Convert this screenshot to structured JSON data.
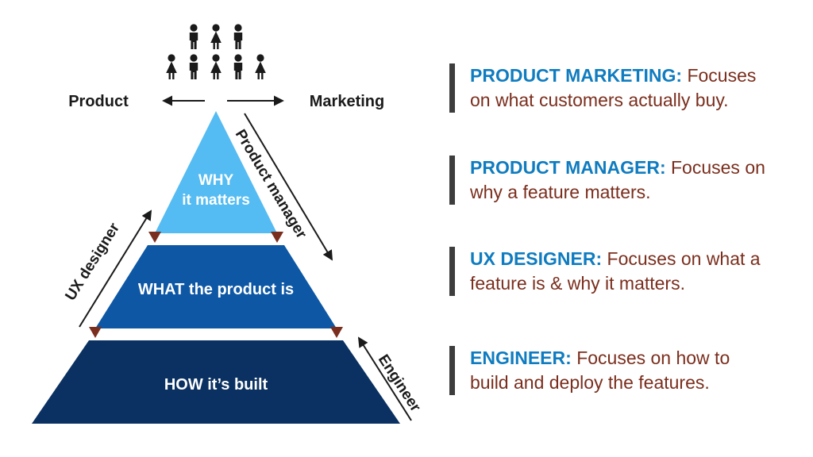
{
  "axis": {
    "left_label": "Product",
    "right_label": "Marketing"
  },
  "pyramid": {
    "marker_color": "#7A2E1D",
    "levels": [
      {
        "line1": "WHY",
        "line2": "it matters",
        "color": "#54BCF2",
        "role": "Product manager"
      },
      {
        "line1": "WHAT the product is",
        "color": "#0D57A5",
        "role": "UX designer"
      },
      {
        "line1": "HOW it’s built",
        "color": "#0A3161",
        "role": "Engineer"
      }
    ]
  },
  "legend": [
    {
      "title": "PRODUCT MARKETING:",
      "body": "Focuses on what customers actually buy."
    },
    {
      "title": "PRODUCT MANAGER:",
      "body": "Focuses on why a feature matters."
    },
    {
      "title": "UX DESIGNER:",
      "body": "Focuses on what a feature is & why it matters."
    },
    {
      "title": "ENGINEER:",
      "body": "Focuses on how to build and deploy the features."
    }
  ],
  "colors": {
    "legend_title_blue": "#0F7CC0",
    "legend_body_maroon": "#7A2E1D",
    "legend_bar": "#3D3D3D",
    "ink": "#1A1A1A"
  },
  "icons": {
    "people": "people-group-icon",
    "axis_arrows": [
      "left-arrow-icon",
      "right-arrow-icon"
    ],
    "role_arrows": [
      "product-manager-arrow-icon",
      "ux-designer-arrow-icon",
      "engineer-arrow-icon"
    ]
  }
}
